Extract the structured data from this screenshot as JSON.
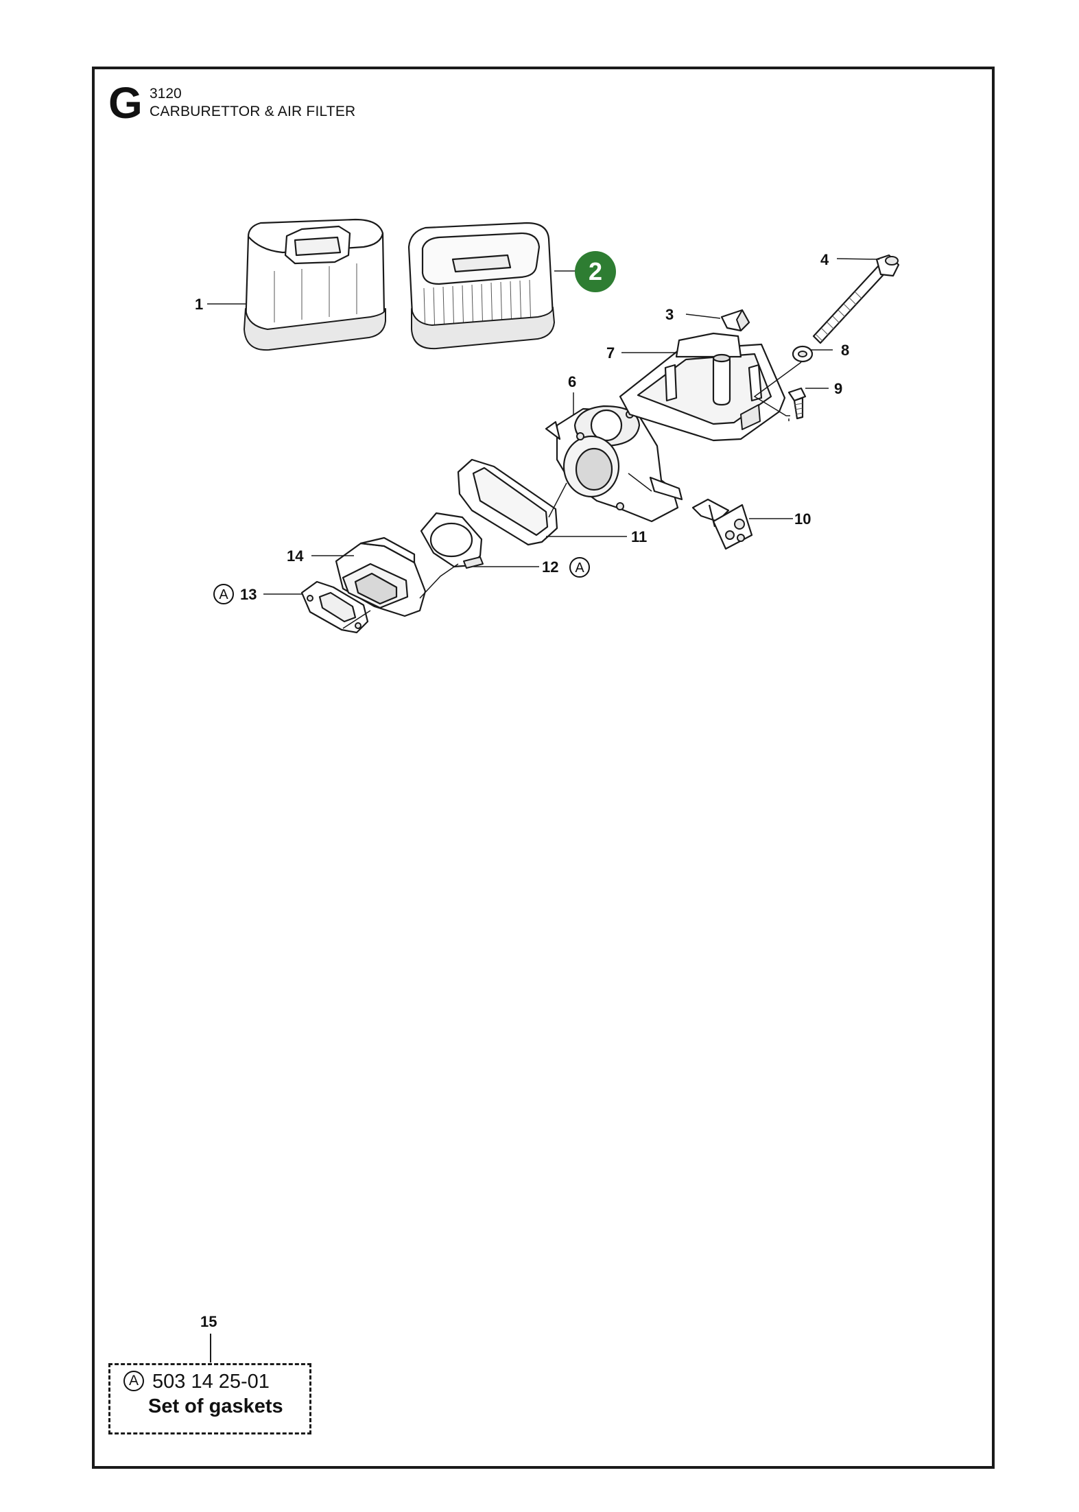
{
  "section": {
    "letter": "G",
    "code": "3120",
    "title": "CARBURETTOR & AIR FILTER"
  },
  "callouts": {
    "p1": "1",
    "p2": "2",
    "p3": "3",
    "p4": "4",
    "p6": "6",
    "p7": "7",
    "p8": "8",
    "p9": "9",
    "p10": "10",
    "p11": "11",
    "p12": "12",
    "p13": "13",
    "p14": "14",
    "p15": "15"
  },
  "kit_marker": "A",
  "gasket_kit": {
    "marker": "A",
    "part_number": "503 14 25-01",
    "description": "Set of gaskets"
  },
  "colors": {
    "highlight_badge": "#2e7d32",
    "line": "#1a1a1a"
  }
}
